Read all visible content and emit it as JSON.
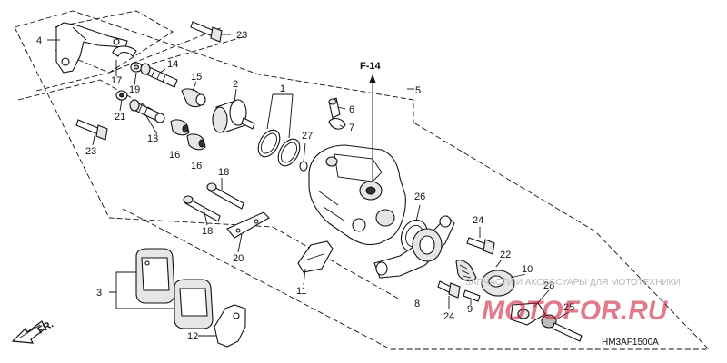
{
  "diagram": {
    "ref_label": "F-14",
    "diagram_code": "HM3AF1500A",
    "direction_label": "FR.",
    "callouts": [
      "1",
      "2",
      "3",
      "4",
      "5",
      "6",
      "7",
      "8",
      "9",
      "10",
      "11",
      "12",
      "13",
      "14",
      "15",
      "16",
      "16",
      "17",
      "18",
      "18",
      "19",
      "20",
      "21",
      "22",
      "23",
      "23",
      "24",
      "24",
      "25",
      "26",
      "27",
      "28"
    ],
    "watermark_top": "ЗАПЧАСТИ И АКСЕССУАРЫ ДЛЯ МОТОТЕХНИКИ",
    "watermark_brand": "MOTOFOR.RU"
  }
}
